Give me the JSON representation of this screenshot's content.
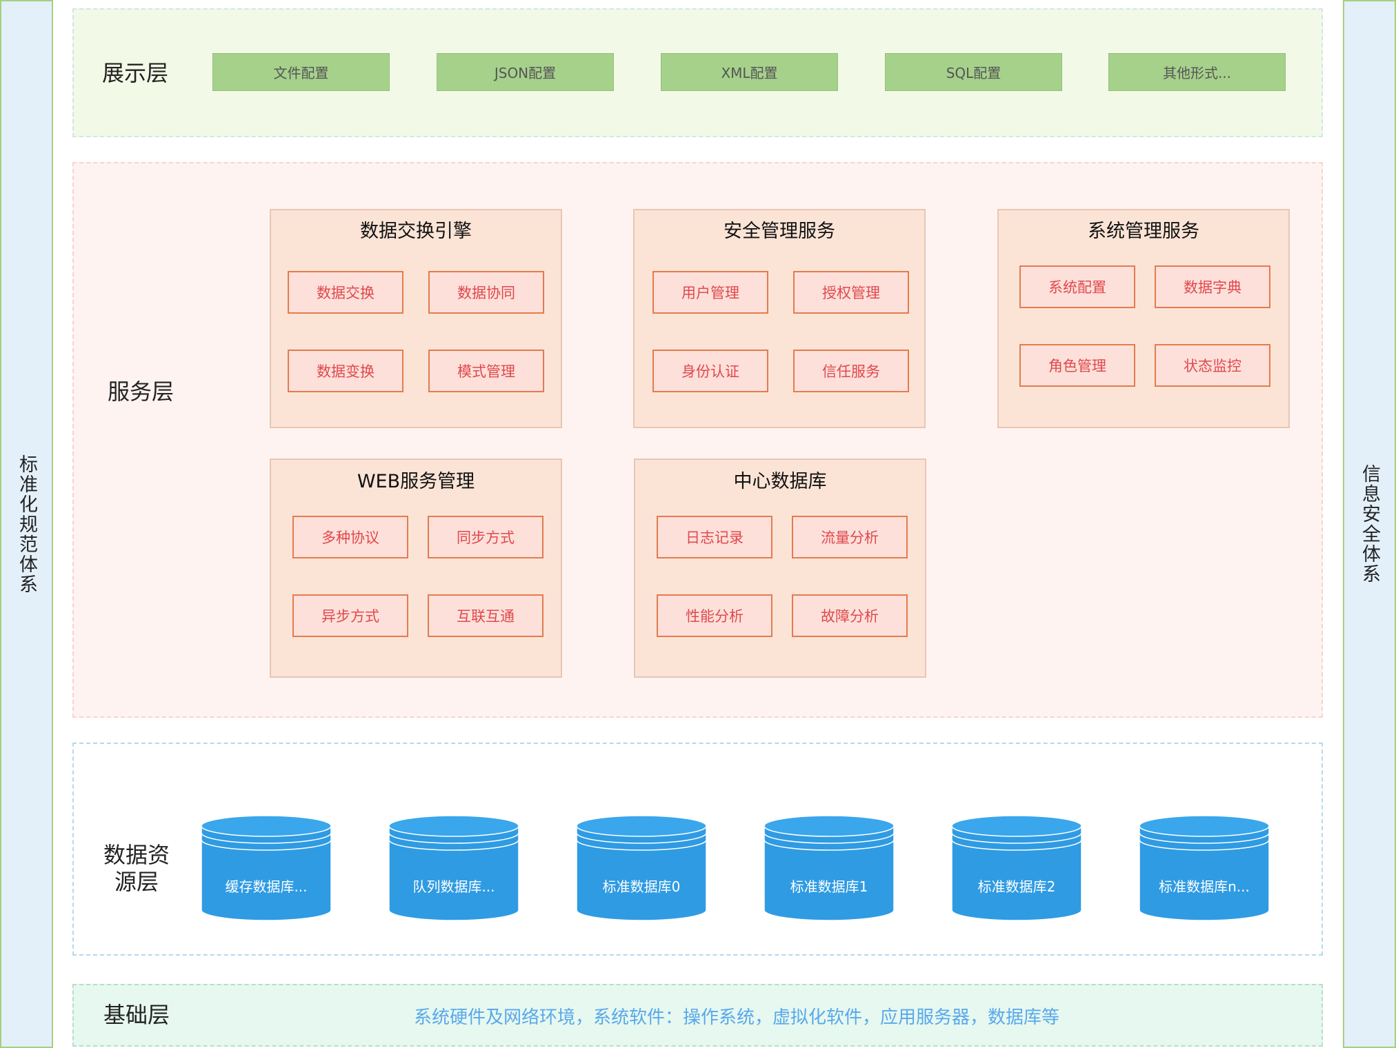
{
  "left_side": "标准化规范体系",
  "right_side": "信息安全体系",
  "presentation": {
    "label": "展示层",
    "items": [
      "文件配置",
      "JSON配置",
      "XML配置",
      "SQL配置",
      "其他形式..."
    ]
  },
  "service": {
    "label": "服务层",
    "groups": [
      {
        "title": "数据交换引擎",
        "items": [
          "数据交换",
          "数据协同",
          "数据变换",
          "模式管理"
        ]
      },
      {
        "title": "安全管理服务",
        "items": [
          "用户管理",
          "授权管理",
          "身份认证",
          "信任服务"
        ]
      },
      {
        "title": "系统管理服务",
        "items": [
          "系统配置",
          "数据字典",
          "角色管理",
          "状态监控"
        ]
      },
      {
        "title": "WEB服务管理",
        "items": [
          "多种协议",
          "同步方式",
          "异步方式",
          "互联互通"
        ]
      },
      {
        "title": "中心数据库",
        "items": [
          "日志记录",
          "流量分析",
          "性能分析",
          "故障分析"
        ]
      }
    ]
  },
  "data_resource": {
    "label_line1": "数据资",
    "label_line2": "源层",
    "databases": [
      "缓存数据库...",
      "队列数据库...",
      "标准数据库0",
      "标准数据库1",
      "标准数据库2",
      "标准数据库n..."
    ]
  },
  "foundation": {
    "label": "基础层",
    "text": "系统硬件及网络环境，系统软件：操作系统，虚拟化软件，应用服务器，数据库等"
  },
  "colors": {
    "cylinder": "#2f9be3",
    "cylinder_top": "#3aa6ec",
    "item_border": "#e37b4c",
    "item_text": "#e0484d"
  }
}
